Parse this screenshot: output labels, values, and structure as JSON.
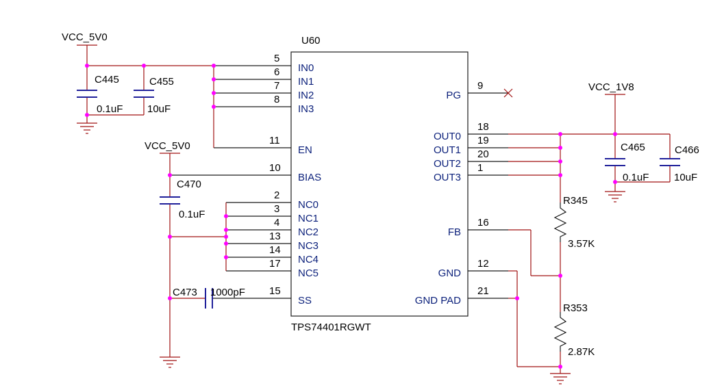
{
  "ic": {
    "ref": "U60",
    "part": "TPS74401RGWT",
    "left_pins": [
      {
        "num": "5",
        "name": "IN0"
      },
      {
        "num": "6",
        "name": "IN1"
      },
      {
        "num": "7",
        "name": "IN2"
      },
      {
        "num": "8",
        "name": "IN3"
      },
      {
        "num": "11",
        "name": "EN"
      },
      {
        "num": "10",
        "name": "BIAS"
      },
      {
        "num": "2",
        "name": "NC0"
      },
      {
        "num": "3",
        "name": "NC1"
      },
      {
        "num": "4",
        "name": "NC2"
      },
      {
        "num": "13",
        "name": "NC3"
      },
      {
        "num": "14",
        "name": "NC4"
      },
      {
        "num": "17",
        "name": "NC5"
      },
      {
        "num": "15",
        "name": "SS"
      }
    ],
    "right_pins": [
      {
        "num": "9",
        "name": "PG"
      },
      {
        "num": "18",
        "name": "OUT0"
      },
      {
        "num": "19",
        "name": "OUT1"
      },
      {
        "num": "20",
        "name": "OUT2"
      },
      {
        "num": "1",
        "name": "OUT3"
      },
      {
        "num": "16",
        "name": "FB"
      },
      {
        "num": "12",
        "name": "GND"
      },
      {
        "num": "21",
        "name": "GND PAD"
      }
    ]
  },
  "nets": {
    "vcc_in": "VCC_5V0",
    "vcc_bias": "VCC_5V0",
    "vcc_out": "VCC_1V8"
  },
  "components": {
    "c445": {
      "ref": "C445",
      "value": "0.1uF"
    },
    "c455": {
      "ref": "C455",
      "value": "10uF"
    },
    "c470": {
      "ref": "C470",
      "value": "0.1uF"
    },
    "c473": {
      "ref": "C473",
      "value": "1000pF"
    },
    "c465": {
      "ref": "C465",
      "value": "0.1uF"
    },
    "c466": {
      "ref": "C466",
      "value": "10uF"
    },
    "r345": {
      "ref": "R345",
      "value": "3.57K"
    },
    "r353": {
      "ref": "R353",
      "value": "2.87K"
    }
  },
  "colors": {
    "wire": "#a01010",
    "junction": "#ff00ff",
    "capacitor": "#1f1f9a",
    "text": "#000000",
    "pin_label": "#0a1f7a"
  }
}
